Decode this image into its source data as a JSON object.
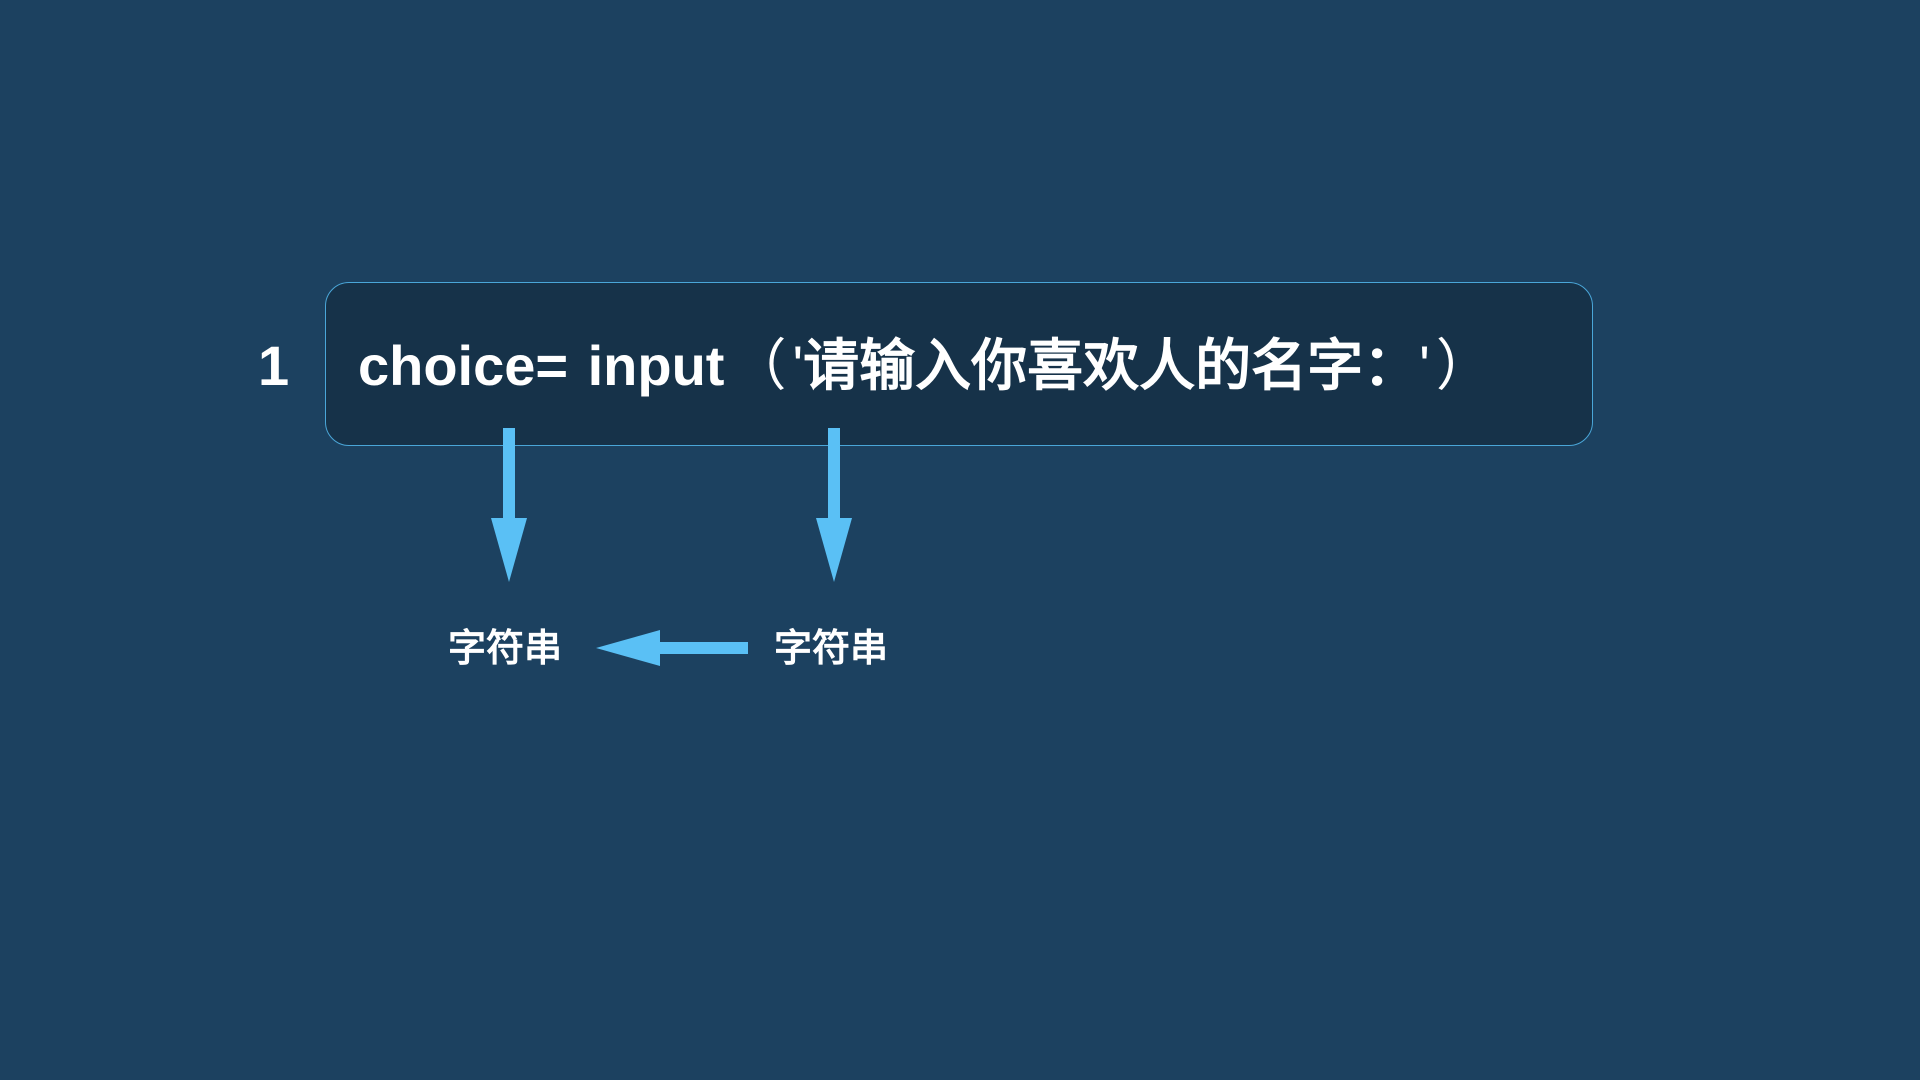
{
  "line_number": "1",
  "code": {
    "variable": "choice=",
    "function": "input",
    "open_paren": "（",
    "open_quote": "'",
    "prompt_text": "请输入你喜欢人的名字：",
    "close_quote": "'",
    "close_paren": "）"
  },
  "labels": {
    "left_type": "字符串",
    "right_type": "字符串"
  },
  "colors": {
    "background": "#1c4160",
    "code_box_fill": "#163249",
    "code_box_border": "#4aa6d8",
    "arrow": "#5ac0f5",
    "text": "#ffffff"
  }
}
